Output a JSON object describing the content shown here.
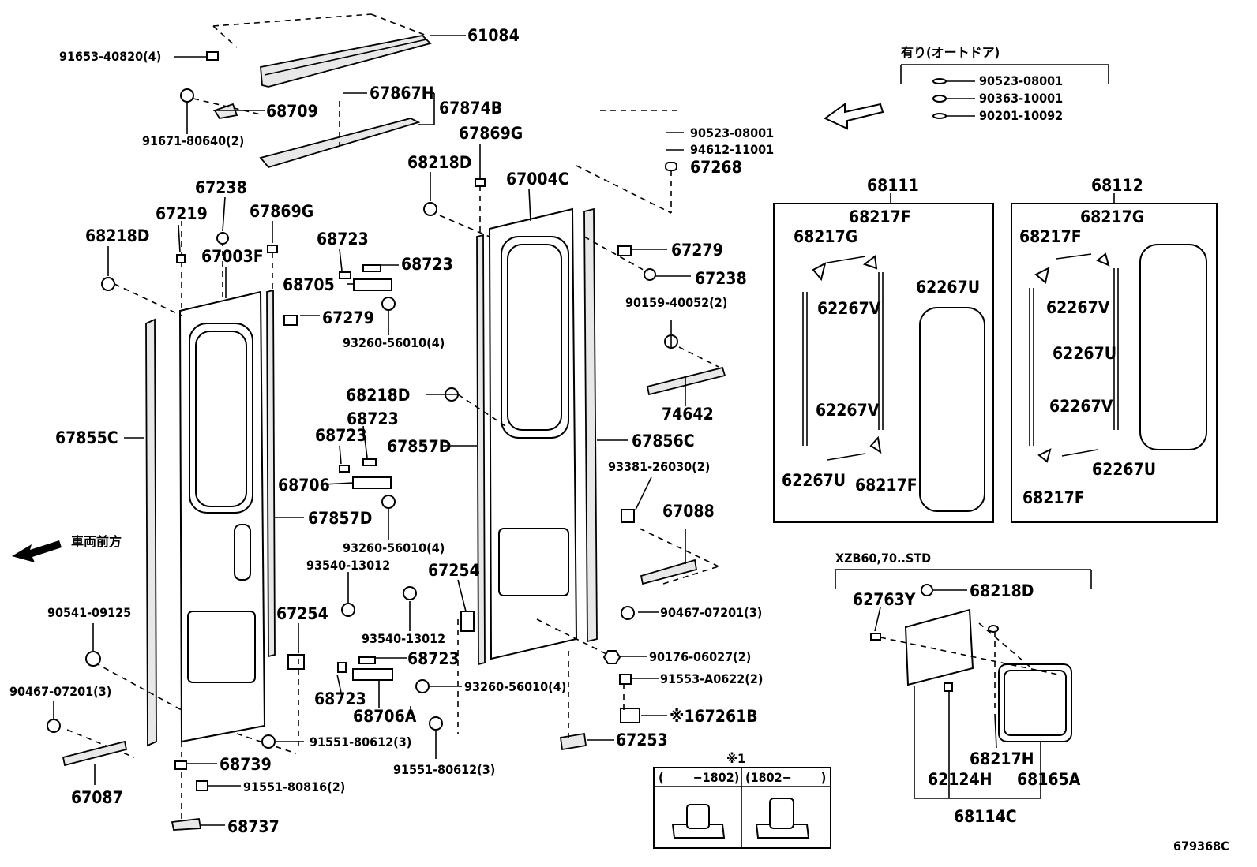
{
  "diagram_id": "679368C",
  "labels": {
    "p61084": "61084",
    "p91653": "91653-40820(4)",
    "p68709": "68709",
    "p67867H": "67867H",
    "p67874B": "67874B",
    "p91671": "91671-80640(2)",
    "p67869G_top": "67869G",
    "p68218D_top": "68218D",
    "p67004C": "67004C",
    "p90523a": "90523-08001",
    "p94612": "94612-11001",
    "p67268": "67268",
    "p67238_l": "67238",
    "p67219": "67219",
    "p67869G_l": "67869G",
    "p68218D_l": "68218D",
    "p67003F": "67003F",
    "p68723_a": "68723",
    "p68723_b": "68723",
    "p68705": "68705",
    "p67279_l": "67279",
    "p93260_a": "93260-56010(4)",
    "p67279_r": "67279",
    "p67238_r": "67238",
    "p90159": "90159-40052(2)",
    "p74642": "74642",
    "p68218D_m": "68218D",
    "p68723_c": "68723",
    "p68723_d": "68723",
    "p67857D_m": "67857D",
    "p67856C": "67856C",
    "p68706": "68706",
    "p93260_b": "93260-56010(4)",
    "p67855C": "67855C",
    "p67857D_l": "67857D",
    "p93381": "93381-26030(2)",
    "p67088": "67088",
    "front_label": "車両前方",
    "p93540_a": "93540-13012",
    "p67254_a": "67254",
    "p67254_b": "67254",
    "p93540_b": "93540-13012",
    "p90467_r": "90467-07201(3)",
    "p90541": "90541-09125",
    "p68723_e": "68723",
    "p90176": "90176-06027(2)",
    "p90467_l": "90467-07201(3)",
    "p93260_c": "93260-56010(4)",
    "p91553": "91553-A0622(2)",
    "p68723_f": "68723",
    "p68706A": "68706A",
    "p67261B": "※167261B",
    "p91551_a": "91551-80612(3)",
    "p67253": "67253",
    "p68739": "68739",
    "p91551_b": "91551-80612(3)",
    "p91551_c": "91551-80816(2)",
    "p67087": "67087",
    "p68737": "68737"
  },
  "auto_door": {
    "heading": "有り(オートドア)",
    "items": [
      "90523-08001",
      "90363-10001",
      "90201-10092"
    ]
  },
  "box_68111": {
    "title": "68111",
    "labels": [
      "68217F",
      "68217G",
      "62267V",
      "62267U",
      "62267V",
      "62267U",
      "68217F"
    ]
  },
  "box_68112": {
    "title": "68112",
    "labels": [
      "68217G",
      "68217F",
      "62267V",
      "62267U",
      "62267V",
      "62267U",
      "68217F"
    ]
  },
  "xzb": {
    "heading": "XZB60,70..STD",
    "labels": [
      "62763Y",
      "68218D",
      "68217H",
      "62124H",
      "68165A",
      "68114C"
    ]
  },
  "note": {
    "mark": "※1",
    "col1": "(　　 −1802)",
    "col2": "(1802−　　 )"
  }
}
